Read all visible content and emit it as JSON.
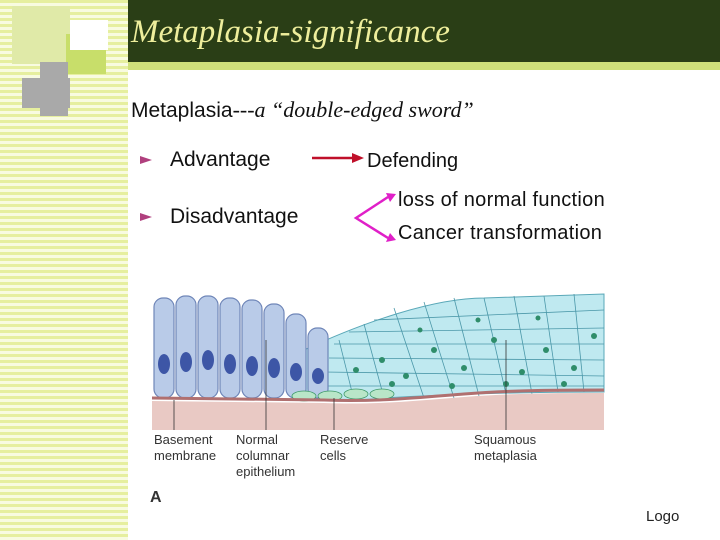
{
  "slide": {
    "title": "Metaplasia-significance",
    "subtitle": {
      "term": "Metaplasia",
      "rest": "---a “double-edged sword”"
    },
    "rows": [
      {
        "label": "Advantage",
        "targets": [
          "Defending"
        ]
      },
      {
        "label": "Disadvantage",
        "targets": [
          "loss of normal function",
          "Cancer transformation"
        ]
      }
    ],
    "figure": {
      "labels": {
        "basement": "Basement\nmembrane",
        "columnar": "Normal\ncolumnar\nepithelium",
        "reserve": "Reserve\ncells",
        "squamous": "Squamous\nmetaplasia"
      },
      "panel_letter": "A"
    },
    "logo": "Logo"
  },
  "colors": {
    "title_bar": "#2a3e16",
    "title_text": "#eeee9c",
    "stripe_a": "#e6ef9f",
    "stripe_b": "#f8fbe0",
    "bullet": "#b0407e",
    "arrow_advantage": "#c0102a",
    "arrow_disadvantage": "#e020c8",
    "columnar_cell": "#b9cbe8",
    "squamous_cell": "#bfe9f0",
    "basement": "#b07070"
  },
  "icons": [
    "arrow-right-icon",
    "fork-arrow-icon",
    "triangle-bullet-icon"
  ]
}
